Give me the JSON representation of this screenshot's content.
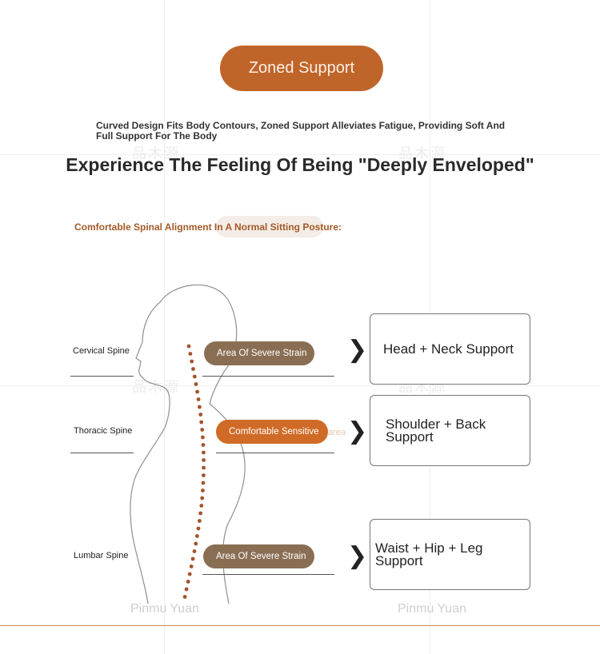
{
  "badge": {
    "label": "Zoned Support"
  },
  "tagline": "Curved Design Fits Body Contours, Zoned Support Alleviates Fatigue, Providing Soft And Full Support For The Body",
  "headline": "Experience The Feeling Of Being \"Deeply Enveloped\"",
  "subhead": "Comfortable Spinal Alignment In A Normal Sitting Posture:",
  "rows": [
    {
      "spine_label": "Cervical Spine",
      "zone_label": "Area Of Severe Strain",
      "support_label": "Head + Neck Support"
    },
    {
      "spine_label": "Thoracic Spine",
      "zone_label": "Comfortable Sensitive",
      "zone_label_faint": "area",
      "support_label": "Shoulder + Back Support"
    },
    {
      "spine_label": "Lumbar Spine",
      "zone_label": "Area Of Severe Strain",
      "support_label": "Waist + Hip + Leg Support"
    }
  ],
  "watermark": {
    "brand": "Pinmu Yuan",
    "cn": "品木源"
  },
  "colors": {
    "accent": "#c0652a",
    "strain": "#8a6e54",
    "comfort": "#d06b27",
    "dots": "#a4532a"
  },
  "icons": {
    "arrow": "chevron-right-icon"
  }
}
